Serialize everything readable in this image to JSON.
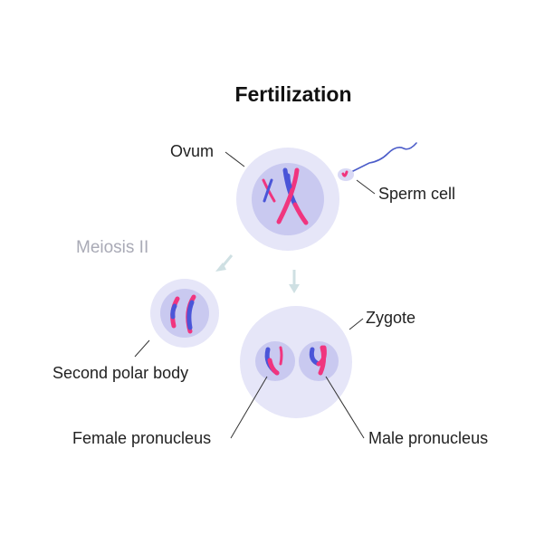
{
  "title": "Fertilization",
  "labels": {
    "ovum": "Ovum",
    "sperm_cell": "Sperm cell",
    "meiosis": "Meiosis II",
    "zygote": "Zygote",
    "polar_body": "Second polar body",
    "female_pronucleus": "Female pronucleus",
    "male_pronucleus": "Male pronucleus"
  },
  "colors": {
    "cell_outer": "#e6e6f8",
    "cell_inner": "#c9c9f0",
    "chromosome_pink": "#f0357f",
    "chromosome_blue": "#4a55d8",
    "arrow": "#cfe0e3",
    "sperm_tail": "#4b5cc9"
  }
}
